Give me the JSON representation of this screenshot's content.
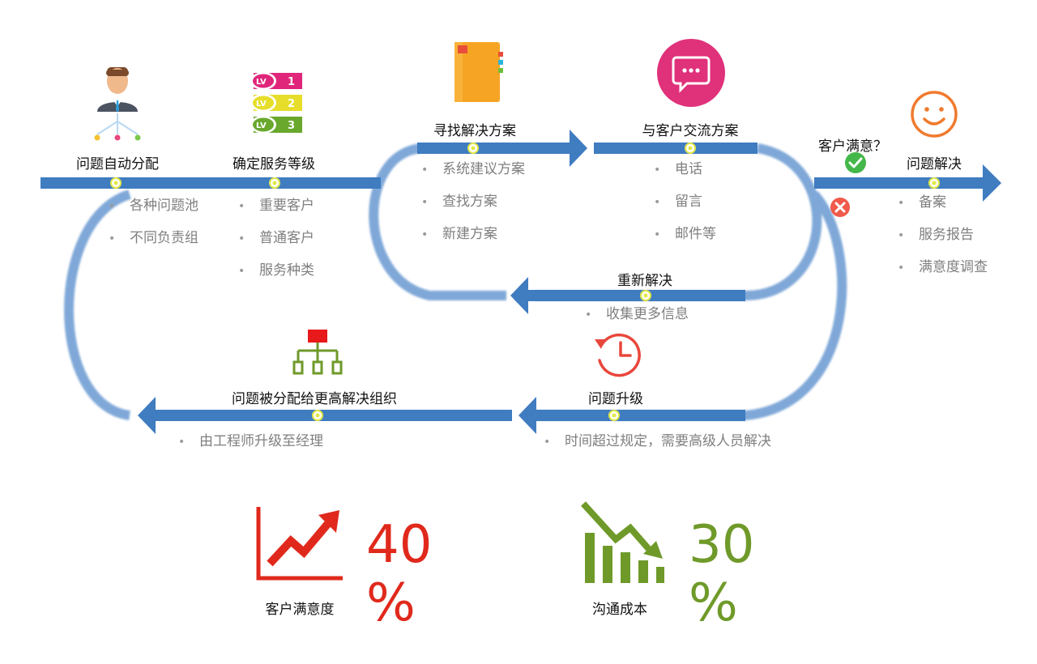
{
  "stages": [
    {
      "title": "问题自动分配",
      "items": [
        "各种问题池",
        "不同负责组"
      ]
    },
    {
      "title": "确定服务等级",
      "items": [
        "重要客户",
        "普通客户",
        "服务种类"
      ],
      "badges": [
        "LV",
        "1",
        "LV",
        "2",
        "LV",
        "3"
      ]
    },
    {
      "title": "寻找解决方案",
      "items": [
        "系统建议方案",
        "查找方案",
        "新建方案"
      ]
    },
    {
      "title": "与客户交流方案",
      "items": [
        "电话",
        "留言",
        "邮件等"
      ]
    },
    {
      "title": "问题解决",
      "items": [
        "备案",
        "服务报告",
        "满意度调查"
      ]
    },
    {
      "title": "重新解决",
      "items": [
        "收集更多信息"
      ]
    },
    {
      "title": "问题升级",
      "items": [
        "时间超过规定，需要高级人员解决"
      ]
    },
    {
      "title": "问题被分配给更高解决组织",
      "items": [
        "由工程师升级至经理"
      ]
    }
  ],
  "satisfaction_question": "客户满意？",
  "metrics": [
    {
      "label": "客户满意度",
      "value": "40",
      "unit": "%",
      "color": "#e0291c",
      "icon": "trend-up-icon"
    },
    {
      "label": "沟通成本",
      "value": "30",
      "unit": "%",
      "color": "#6f9a2a",
      "icon": "trend-down-bar-icon"
    }
  ],
  "colors": {
    "flow": "#3f7cc0",
    "flow_light": "#7fa8d8",
    "node": "#e3e84a",
    "check": "#43b749",
    "cross": "#f05a4a",
    "smile": "#f07a2e",
    "chat": "#e0317b",
    "clock": "#e8473c",
    "org": "#6f9a2a",
    "orgTop": "#e8191a"
  }
}
